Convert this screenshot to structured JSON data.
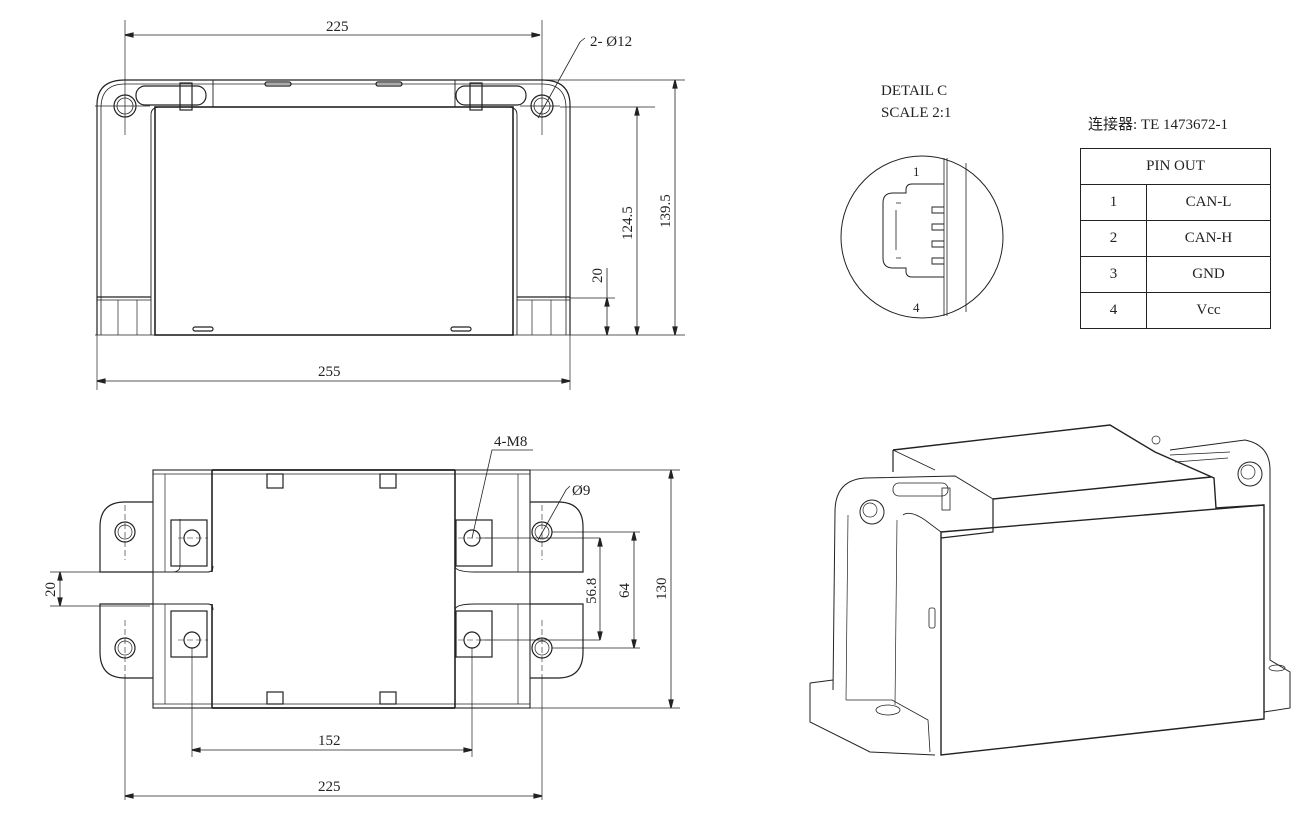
{
  "top_view": {
    "dim_top_width": "225",
    "hole_callout": "2- Ø12",
    "dim_height_inner": "124.5",
    "dim_height_outer": "139.5",
    "dim_foot_height": "20",
    "dim_bottom_width": "255"
  },
  "bottom_view": {
    "thread_callout": "4-M8",
    "hole_callout": "Ø9",
    "dim_left_gap": "20",
    "dim_hole_spacing_inner": "56.8",
    "dim_hole_spacing_outer": "64",
    "dim_total_height": "130",
    "dim_thread_spacing": "152",
    "dim_hole_spacing_width": "225"
  },
  "detail": {
    "title": "DETAIL C",
    "scale": "SCALE 2:1",
    "pin_top_label": "1",
    "pin_bottom_label": "4"
  },
  "connector": {
    "label": "连接器: TE 1473672-1",
    "table_header": "PIN OUT",
    "pins": [
      {
        "num": "1",
        "signal": "CAN-L"
      },
      {
        "num": "2",
        "signal": "CAN-H"
      },
      {
        "num": "3",
        "signal": "GND"
      },
      {
        "num": "4",
        "signal": "Vcc"
      }
    ]
  },
  "isometric_view": {
    "description": "isometric-3d-view"
  }
}
